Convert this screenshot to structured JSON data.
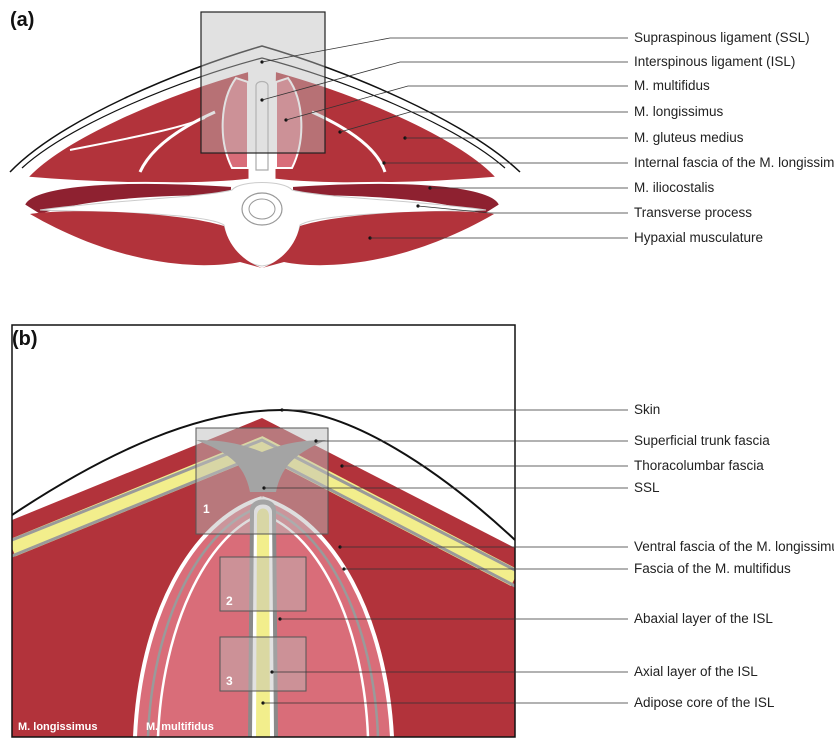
{
  "panel_a": {
    "letter": "(a)",
    "labels": [
      "Supraspinous ligament (SSL)",
      "Interspinous ligament (ISL)",
      "M. multifidus",
      "M. longissimus",
      "M. gluteus medius",
      "Internal fascia of the M. longissimus",
      "M. iliocostalis",
      "Transverse process",
      "Hypaxial musculature"
    ]
  },
  "panel_b": {
    "letter": "(b)",
    "labels": [
      "Skin",
      "Superficial trunk fascia",
      "Thoracolumbar fascia",
      "SSL",
      "Ventral fascia of the M. longissimus",
      "Fascia of the M. multifidus",
      "Abaxial layer of the ISL",
      "Axial layer of the ISL",
      "Adipose core of the ISL"
    ],
    "boxes": [
      "1",
      "2",
      "3"
    ],
    "muscle_names": [
      "M. longissimus",
      "M. multifidus"
    ]
  },
  "colors": {
    "muscle_dark": "#b2333b",
    "muscle_deep": "#8e2130",
    "muscle_light": "#d96d79",
    "fascia_grey": "#8a8a8a",
    "fat_yellow": "#f2ee8c",
    "box_grey": "#bdbdbd"
  }
}
